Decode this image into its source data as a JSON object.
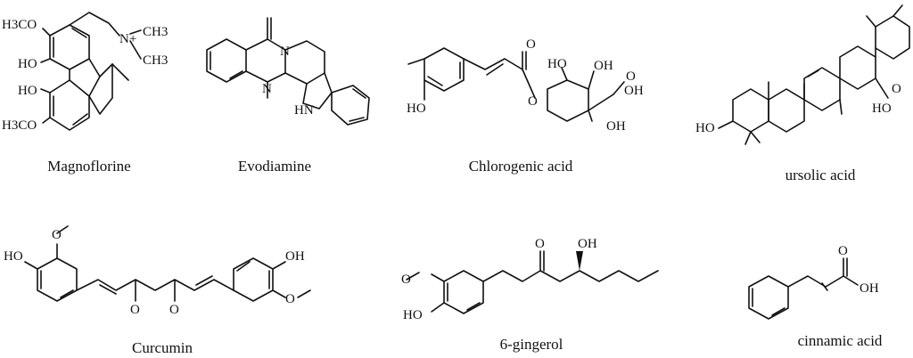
{
  "compounds": [
    {
      "name": "Magnoflorine",
      "atoms": [
        "H3CO",
        "HO",
        "HO",
        "H3CO",
        "N+",
        "CH3",
        "CH3"
      ]
    },
    {
      "name": "Evodiamine",
      "atoms": [
        "N",
        "N",
        "HN"
      ]
    },
    {
      "name": "Chlorogenic acid",
      "atoms": [
        "HO",
        "O",
        "O",
        "HO",
        "OH",
        "OH",
        "OH",
        "O"
      ]
    },
    {
      "name": "ursolic acid",
      "atoms": [
        "HO",
        "HO",
        "O"
      ]
    },
    {
      "name": "Curcumin",
      "atoms": [
        "O",
        "HO",
        "O",
        "O",
        "OH",
        "O"
      ]
    },
    {
      "name": "6-gingerol",
      "atoms": [
        "O",
        "HO",
        "O",
        "OH"
      ]
    },
    {
      "name": "cinnamic acid",
      "atoms": [
        "O",
        "OH"
      ]
    }
  ]
}
